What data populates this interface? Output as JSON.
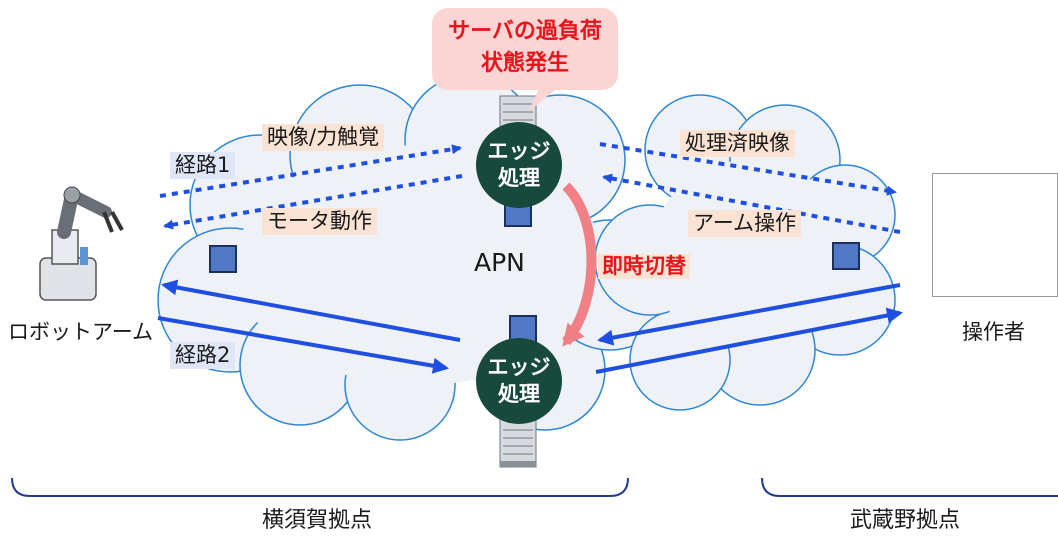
{
  "alert": {
    "line1": "サーバの過負荷",
    "line2": "状態発生"
  },
  "edge_top": {
    "line1": "エッジ",
    "line2": "処理"
  },
  "edge_bottom": {
    "line1": "エッジ",
    "line2": "処理"
  },
  "network_label": "APN",
  "switch_label": "即時切替",
  "route1_label": "経路1",
  "route2_label": "経路2",
  "flows": {
    "video_haptic": "映像/力触覚",
    "motor_motion": "モータ動作",
    "processed_video": "処理済映像",
    "arm_operation": "アーム操作"
  },
  "robot_arm_label": "ロボットアーム",
  "operator_label": "操作者",
  "sites": {
    "left": "横須賀拠点",
    "right": "武蔵野拠点"
  },
  "colors": {
    "edge_node": "#17493d",
    "alert_text": "#e8141b",
    "alert_bubble": "#fbd4d4",
    "arrow_blue": "#1f4fe0",
    "switch_arrow": "#f07f86",
    "cloud_fill": "#eef1f6",
    "cloud_stroke": "#2e86d6"
  },
  "icons": [
    "robot-arm-icon",
    "operator-icon",
    "server-rack-icon",
    "packet-cube-icon"
  ]
}
